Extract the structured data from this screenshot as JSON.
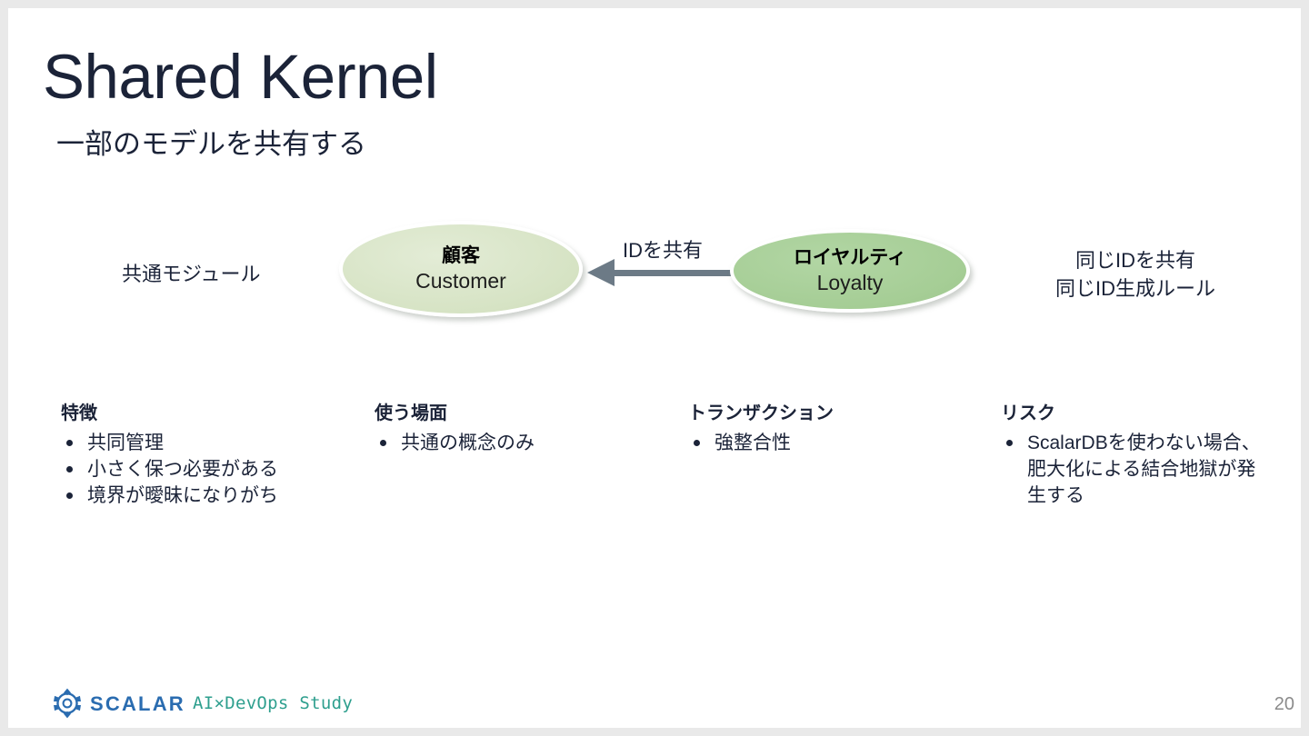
{
  "slide": {
    "title": "Shared Kernel",
    "subtitle": "一部のモデルを共有する",
    "page_number": "20",
    "background_color": "#ffffff",
    "frame_color": "#e9e9e9",
    "text_color": "#1b2338"
  },
  "diagram": {
    "left_label": "共通モジュール",
    "right_label_line1": "同じIDを共有",
    "right_label_line2": "同じID生成ルール",
    "arrow": {
      "label": "IDを共有",
      "direction": "right-to-left",
      "color": "#6c7a86"
    },
    "nodes": [
      {
        "id": "customer",
        "jp": "顧客",
        "en": "Customer",
        "fill": "#d6e3c4"
      },
      {
        "id": "loyalty",
        "jp": "ロイヤルティ",
        "en": "Loyalty",
        "fill": "#a5cd95"
      }
    ]
  },
  "columns": [
    {
      "heading": "特徴",
      "items": [
        "共同管理",
        "小さく保つ必要がある",
        "境界が曖昧になりがち"
      ]
    },
    {
      "heading": "使う場面",
      "items": [
        "共通の概念のみ"
      ]
    },
    {
      "heading": "トランザクション",
      "items": [
        "強整合性"
      ]
    },
    {
      "heading": "リスク",
      "items": [
        "ScalarDBを使わない場合、肥大化による結合地獄が発生する"
      ]
    }
  ],
  "footer": {
    "logo_icon": "scalar-logo-icon",
    "brand": "SCALAR",
    "brand_color": "#2a6cb0",
    "event": "AI×DevOps Study",
    "event_color": "#2e9f8e"
  }
}
